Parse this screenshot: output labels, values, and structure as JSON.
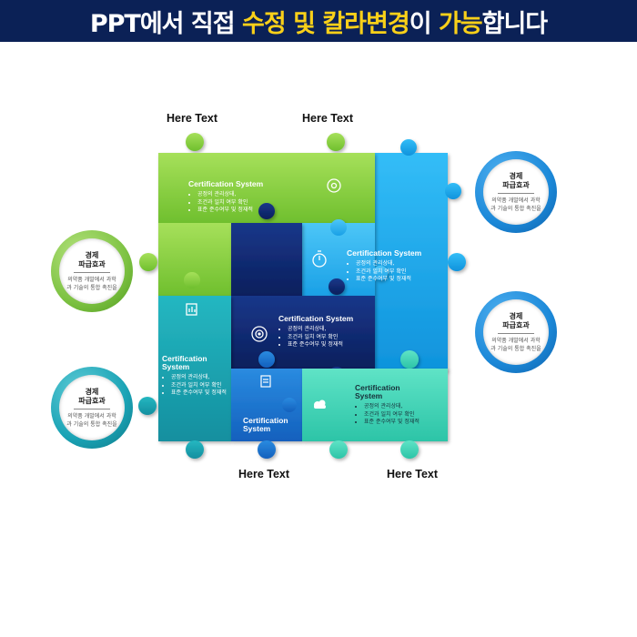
{
  "banner": {
    "part1": "PPT에서 직접 ",
    "hl1": "수정 및 칼라변경",
    "part2": "이 ",
    "hl2": "가능",
    "part3": "합니다"
  },
  "labels": {
    "top_left": "Here Text",
    "top_right": "Here Text",
    "bottom_left": "Here Text",
    "bottom_right": "Here Text"
  },
  "badges": [
    {
      "title1": "경제",
      "title2": "파급효과",
      "desc": "의약품 개발에서 과학과 기술의 통합 촉진을",
      "color": "#1b88d8"
    },
    {
      "title1": "경제",
      "title2": "파급효과",
      "desc": "의약품 개발에서 과학과 기술의 통합 촉진을",
      "color": "#7dc242"
    },
    {
      "title1": "경제",
      "title2": "파급효과",
      "desc": "의약품 개발에서 과학과 기술의 통합 촉진을",
      "color": "#1b88d8"
    },
    {
      "title1": "경제",
      "title2": "파급효과",
      "desc": "의약품 개발에서 과학과 기술의 통합 촉진을",
      "color": "#1aa3b5"
    }
  ],
  "pieces": {
    "green": {
      "title": "Certification System",
      "bullets": [
        "공정의 관리상태,",
        "조건과 일치 여부 확인",
        "표준 준수여부 및 정재적"
      ],
      "color": "#8bd13f",
      "icon": "settings-cycle-icon"
    },
    "sky": {
      "title": "Certification System",
      "bullets": [
        "공정의 관리상태,",
        "조건과 일치 여부 확인",
        "표준 준수여부 및 정재적"
      ],
      "color": "#19a9ef",
      "icon": "stopwatch-icon"
    },
    "navy": {
      "title": "Certification System",
      "bullets": [
        "공정의 관리상태,",
        "조건과 일치 여부 확인",
        "표준 준수여부 및 정재적"
      ],
      "color": "#102a73",
      "icon": "target-icon"
    },
    "teal": {
      "title1": "Certification",
      "title2": "System",
      "bullets": [
        "공정의 관리상태,",
        "조건과 일치 여부 확인",
        "표준 준수여부 및 정재적"
      ],
      "color": "#1aa5b2",
      "icon": "chart-icon"
    },
    "blue": {
      "title1": "Certification",
      "title2": "System",
      "color": "#1a76d2",
      "icon": "document-icon"
    },
    "mint": {
      "title1": "Certification",
      "title2": "System",
      "bullets": [
        "공정의 관리상태,",
        "조건과 일치 여부 확인",
        "표준 준수여부 및 정재적"
      ],
      "color": "#3fd6b8",
      "icon": "cloud-icon"
    }
  }
}
